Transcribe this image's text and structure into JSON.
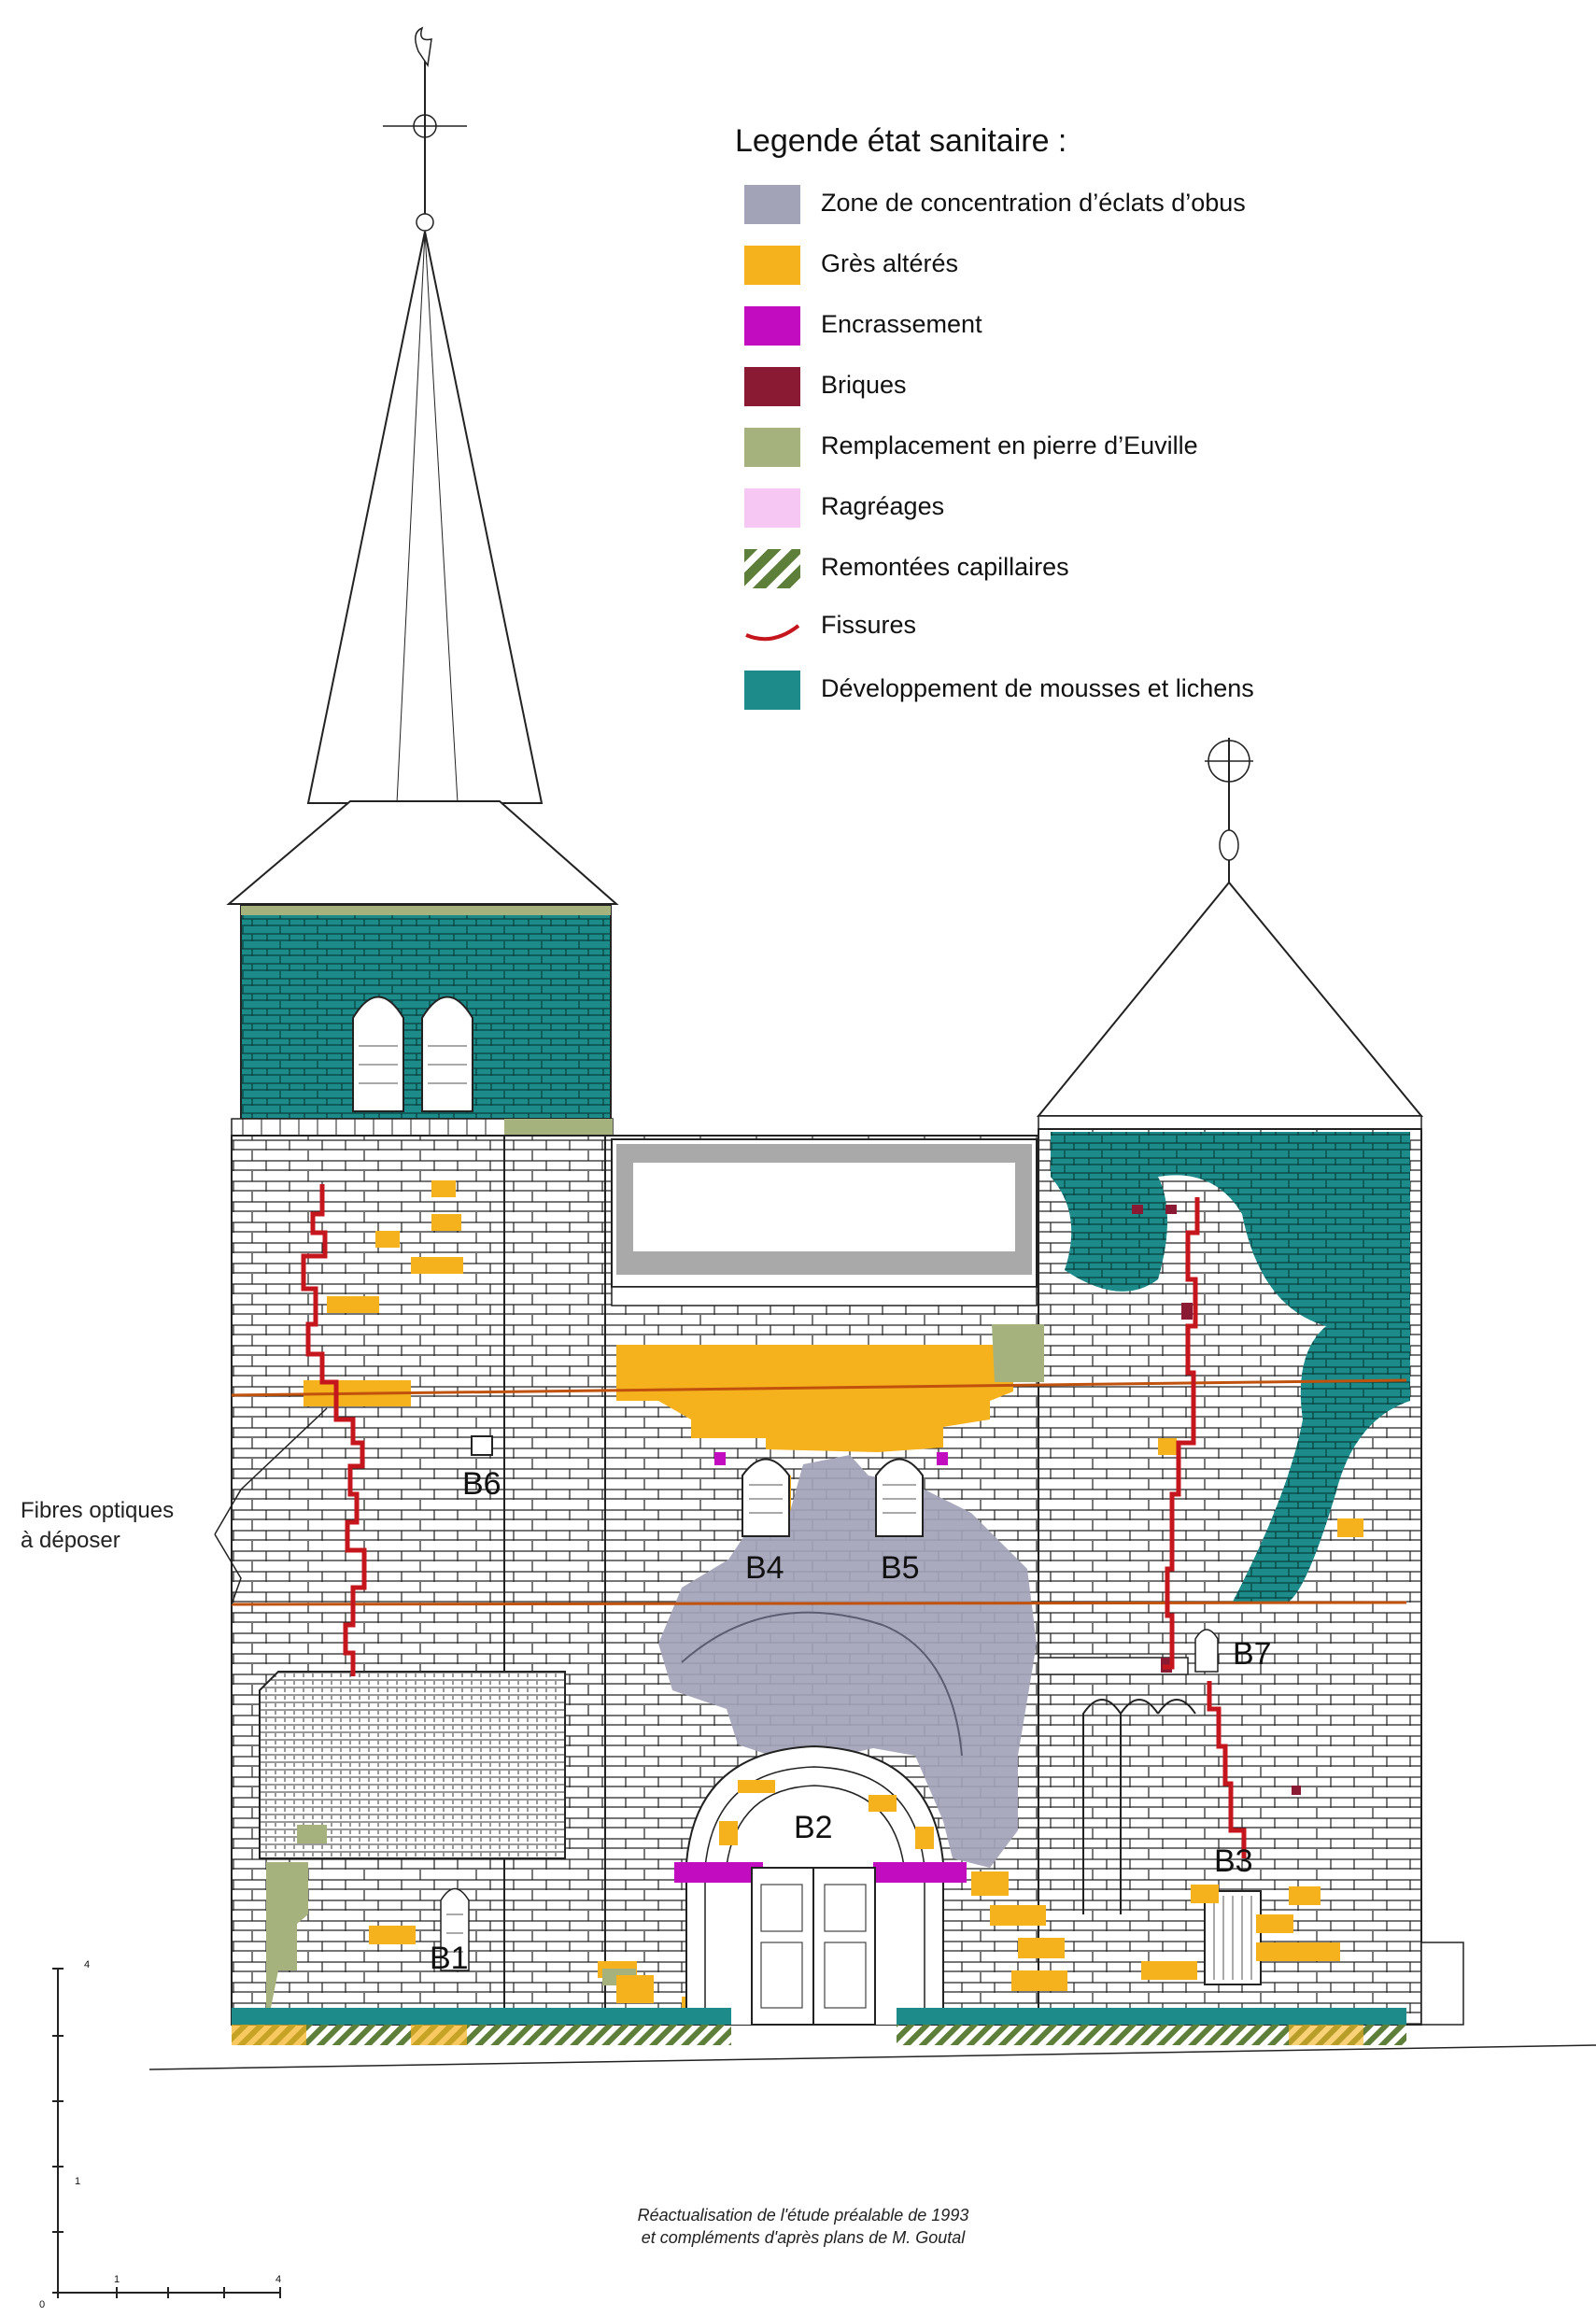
{
  "legend": {
    "title": "Legende état sanitaire :",
    "items": [
      {
        "label": "Zone de concentration d’éclats d’obus",
        "color": "#a3a3b8",
        "pattern": "solid"
      },
      {
        "label": "Grès altérés",
        "color": "#f5b21d",
        "pattern": "solid"
      },
      {
        "label": "Encrassement",
        "color": "#c20cbf",
        "pattern": "solid"
      },
      {
        "label": "Briques",
        "color": "#8a1a33",
        "pattern": "solid"
      },
      {
        "label": "Remplacement en pierre d’Euville",
        "color": "#a6b27e",
        "pattern": "solid"
      },
      {
        "label": "Ragréages",
        "color": "#f6c7f2",
        "pattern": "solid"
      },
      {
        "label": "Remontées capillaires",
        "color": "#5d7f3a",
        "pattern": "hatched"
      },
      {
        "label": "Fissures",
        "color": "#c4161c",
        "pattern": "line"
      },
      {
        "label": "Développement de mousses et lichens",
        "color": "#1d8b8a",
        "pattern": "solid"
      }
    ]
  },
  "elevation": {
    "tags": [
      "B1",
      "B2",
      "B3",
      "B4",
      "B5",
      "B6",
      "B7"
    ],
    "callout": [
      "Fibres optiques",
      "à déposer"
    ]
  },
  "scale": {
    "ticks": [
      "4",
      "1",
      "0",
      "1",
      "4"
    ]
  },
  "credit": [
    "Réactualisation de l'étude préalable de 1993",
    "et compléments d'après plans de M. Goutal"
  ]
}
